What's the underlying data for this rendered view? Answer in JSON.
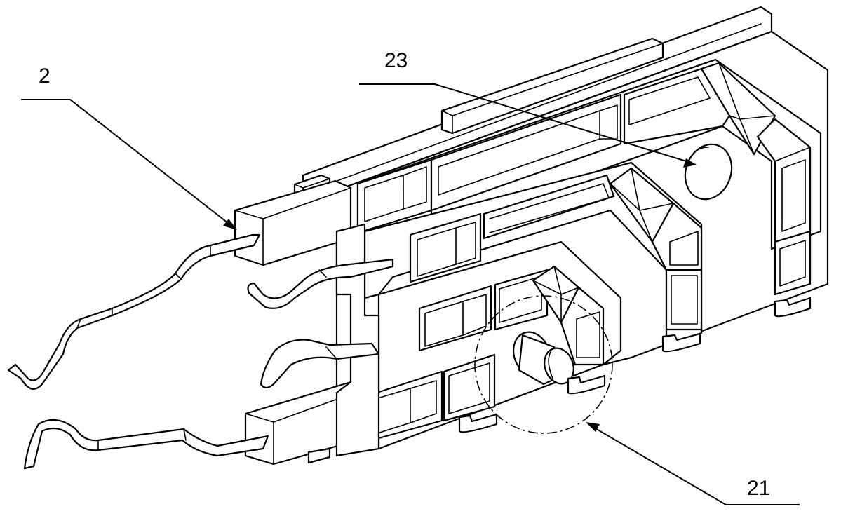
{
  "figure": {
    "labels": {
      "part_2": "2",
      "part_23": "23",
      "part_21": "21"
    }
  }
}
